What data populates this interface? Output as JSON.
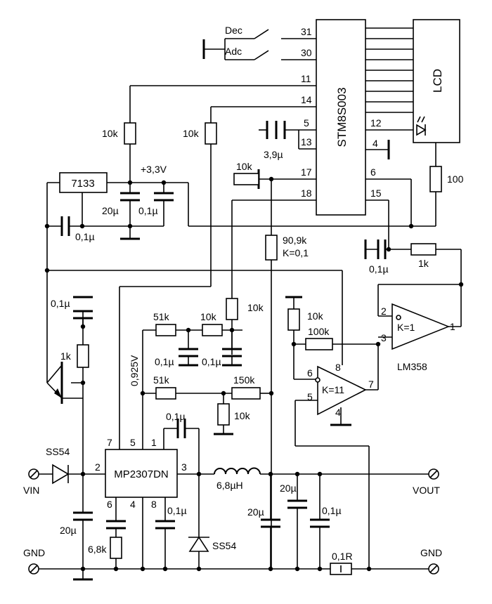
{
  "mcu": {
    "name": "STM8S003",
    "pins": {
      "p31": "31",
      "p30": "30",
      "p11": "11",
      "p14": "14",
      "p5": "5",
      "p13": "13",
      "p17": "17",
      "p18": "18",
      "p12": "12",
      "p4": "4",
      "p6": "6",
      "p15": "15"
    }
  },
  "lcd": {
    "name": "LCD"
  },
  "regulator": {
    "name": "7133",
    "rail": "+3,3V"
  },
  "buttons": {
    "dec": "Dec",
    "adc": "Adc"
  },
  "converter": {
    "name": "MP2307DN",
    "pins": {
      "p7": "7",
      "p5": "5",
      "p1": "1",
      "p2": "2",
      "p3": "3",
      "p6": "6",
      "p4": "4",
      "p8": "8"
    }
  },
  "opamps": {
    "u1": {
      "gain": "K=1",
      "pin2": "2",
      "pin3": "3",
      "pin1": "1",
      "name": "LM358"
    },
    "u2": {
      "gain": "K=11",
      "pin6": "6",
      "pin5": "5",
      "pin8": "8",
      "pin7": "7",
      "pin4": "4"
    }
  },
  "labels": {
    "r10k_a": "10k",
    "r10k_b": "10k",
    "r10k_17": "10k",
    "r100": "100",
    "c3_9u": "3,9µ",
    "c20u_reg": "20µ",
    "c01u_reg": "0,1µ",
    "c01u_left": "0,1µ",
    "c01u_15": "0,1µ",
    "r1k_15": "1k",
    "r90_9k": "90,9k",
    "k01": "K=0,1",
    "c01u_q": "0,1µ",
    "r1k_q": "1k",
    "r51k_a": "51k",
    "r10k_m": "10k",
    "c01u_m1": "0,1µ",
    "c01u_m2": "0,1µ",
    "r10k_v": "10k",
    "v0925": "0,925V",
    "r51k_b": "51k",
    "r150k": "150k",
    "r10k_fb": "10k",
    "r10k_op": "10k",
    "r100k": "100k",
    "ss54_in": "SS54",
    "ss54_out": "SS54",
    "vin": "VIN",
    "vout": "VOUT",
    "gnd_l": "GND",
    "gnd_r": "GND",
    "c20u_in": "20µ",
    "r6_8k": "6,8k",
    "c01u_bs": "0,1µ",
    "l6_8u": "6,8µH",
    "c01u_8": "0,1µ",
    "c20u_o1": "20µ",
    "c20u_o2": "20µ",
    "c01u_o": "0,1µ",
    "r01r": "0,1R"
  }
}
